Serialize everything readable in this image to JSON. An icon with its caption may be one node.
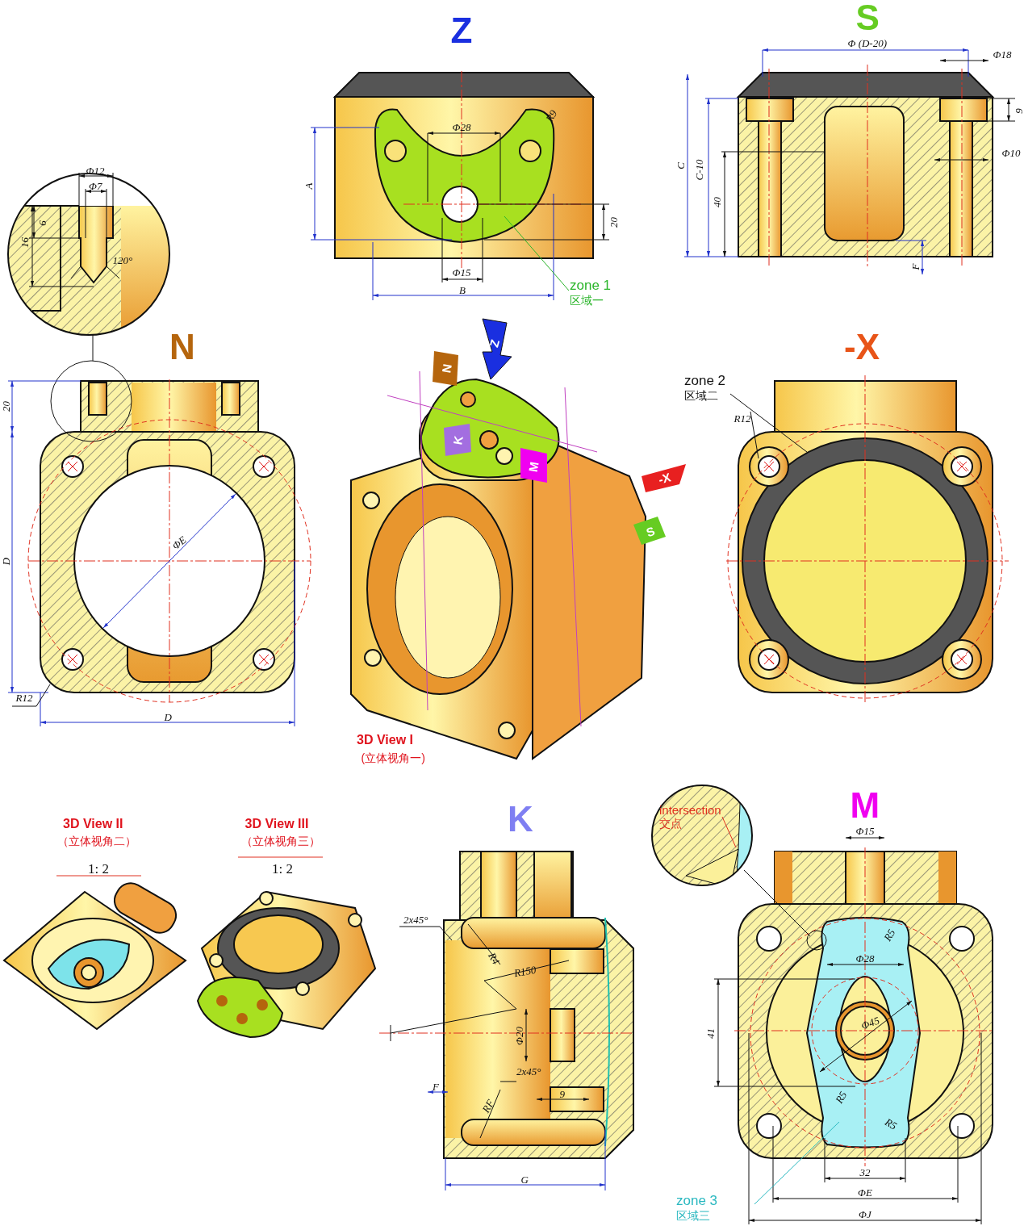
{
  "diagram": {
    "nodes": [
      {
        "text": [
          "zone 1",
          "区域一"
        ]
      },
      {
        "text": [
          "zone 2",
          "区域二"
        ]
      },
      {
        "text": [
          "intersection",
          "交点"
        ]
      },
      {
        "text": [
          "zone 3",
          "区域三"
        ]
      }
    ],
    "edges": [
      {
        "from": 0,
        "to": null,
        "arrow": "none",
        "color": "#2bb52b"
      },
      {
        "from": 1,
        "to": null,
        "arrow": "none",
        "color": "#111111"
      },
      {
        "from": 2,
        "to": null,
        "arrow": "none",
        "color": "#e03020"
      },
      {
        "from": 3,
        "to": null,
        "arrow": "none",
        "color": "#2ab8c0"
      }
    ],
    "labels": [
      "Z",
      "S",
      "Φ (D-20)",
      "Φ18",
      "9",
      "Φ10",
      "C",
      "C-10",
      "40",
      "F",
      "Φ12",
      "Φ7",
      "6",
      "16",
      "120°",
      "Φ28",
      "R9",
      "A",
      "20",
      "Φ15",
      "B",
      "N",
      "-X",
      "20",
      "D",
      "ΦE",
      "R12",
      "D",
      "R12",
      "3D View I",
      "(立体视角一)",
      "3D View II",
      "（立体视角二）",
      "1: 2",
      "3D View III",
      "（立体视角三）",
      "1: 2",
      "K",
      "M",
      "Φ15",
      "2x45°",
      "R4",
      "R150",
      "Φ20",
      "2x45°",
      "F",
      "9",
      "RF",
      "G",
      "R5",
      "Φ28",
      "41",
      "Φ45",
      "R5",
      "R5",
      "32",
      "ΦE",
      "ΦJ",
      "Z",
      "N",
      "K",
      "M",
      "-X",
      "S"
    ]
  }
}
